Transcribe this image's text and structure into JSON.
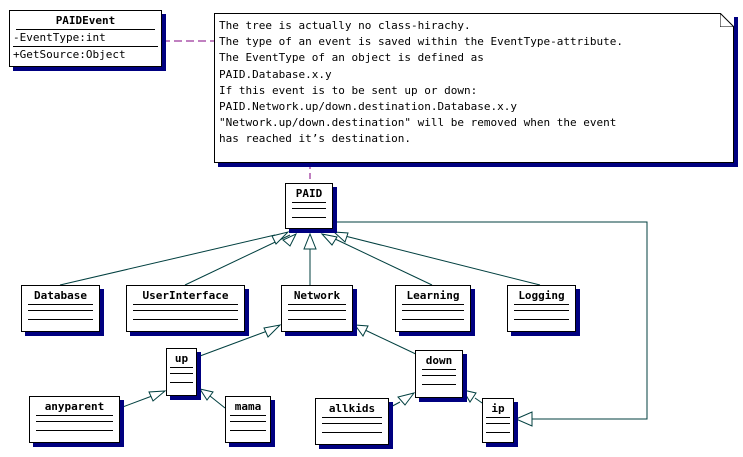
{
  "classes": {
    "paidevent": {
      "name": "PAIDEvent",
      "attribute": "-EventType:int",
      "operation": "+GetSource:Object"
    },
    "paid": {
      "name": "PAID"
    },
    "database": {
      "name": "Database"
    },
    "userinterface": {
      "name": "UserInterface"
    },
    "network": {
      "name": "Network"
    },
    "learning": {
      "name": "Learning"
    },
    "logging": {
      "name": "Logging"
    },
    "up": {
      "name": "up"
    },
    "down": {
      "name": "down"
    },
    "anyparent": {
      "name": "anyparent"
    },
    "mama": {
      "name": "mama"
    },
    "allkids": {
      "name": "allkids"
    },
    "ip": {
      "name": "ip"
    }
  },
  "note": {
    "lines": [
      "The tree is actually no class-hirachy.",
      "The type of an event is saved within the EventType-attribute.",
      "The EventType of an object is defined as",
      "PAID.Database.x.y",
      "If this event is to be sent up or down:",
      "PAID.Network.up/down.destination.Database.x.y",
      "\"Network.up/down.destination\" will be removed when the event",
      "has reached it’s destination."
    ]
  },
  "colors": {
    "shadow": "#000080",
    "association": "#003f3f",
    "note_link": "#800080"
  }
}
